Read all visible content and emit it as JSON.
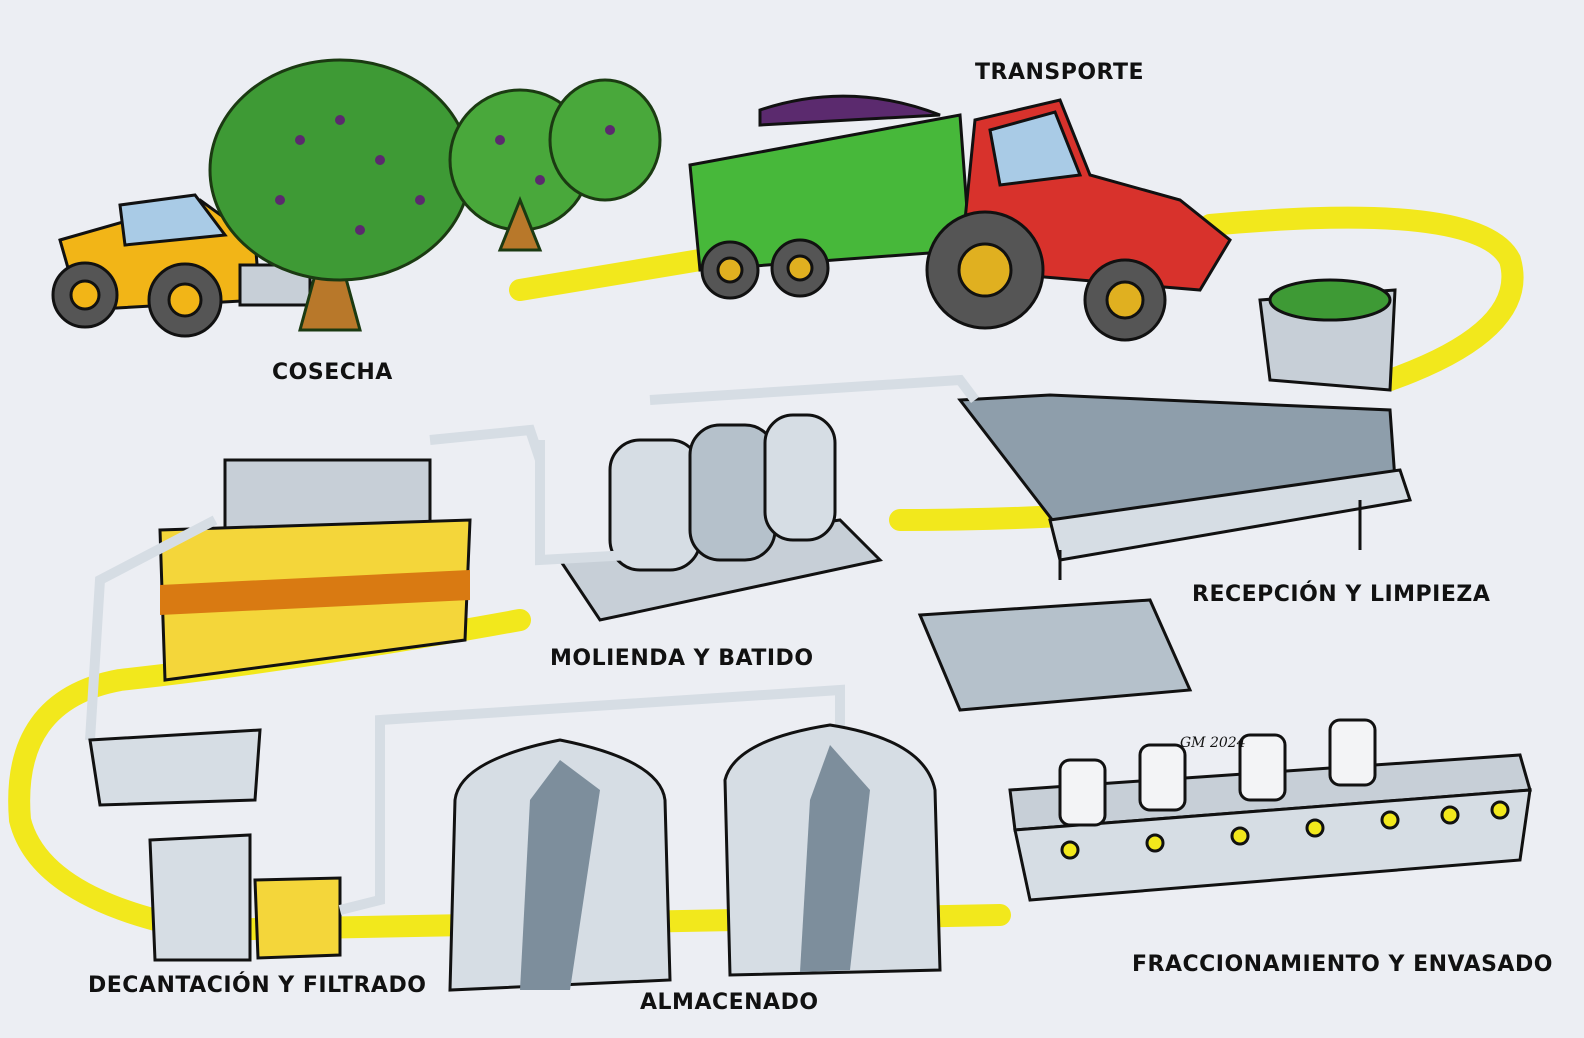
{
  "stages": [
    {
      "id": "cosecha",
      "label": "COSECHA"
    },
    {
      "id": "transporte",
      "label": "TRANSPORTE"
    },
    {
      "id": "recepcion",
      "label": "RECEPCIÓN Y LIMPIEZA"
    },
    {
      "id": "molienda",
      "label": "MOLIENDA Y BATIDO"
    },
    {
      "id": "decantacion",
      "label": "DECANTACIÓN Y FILTRADO"
    },
    {
      "id": "almacenado",
      "label": "ALMACENADO"
    },
    {
      "id": "envasado",
      "label": "FRACCIONAMIENTO Y ENVASADO"
    }
  ],
  "signature": "GM 2024",
  "colors": {
    "background": "#eceef3",
    "path": "#f2e81c",
    "steel": "#8e9eab",
    "steel_light": "#d6dde4",
    "tree": "#3e9a35",
    "trunk": "#b8782a",
    "olive": "#5b2a6e",
    "tractor_red": "#d8322c",
    "trailer_green": "#47b83a",
    "harvester_yellow": "#f2b517",
    "oil": "#f4d63a",
    "oil_dark": "#d97a12"
  }
}
